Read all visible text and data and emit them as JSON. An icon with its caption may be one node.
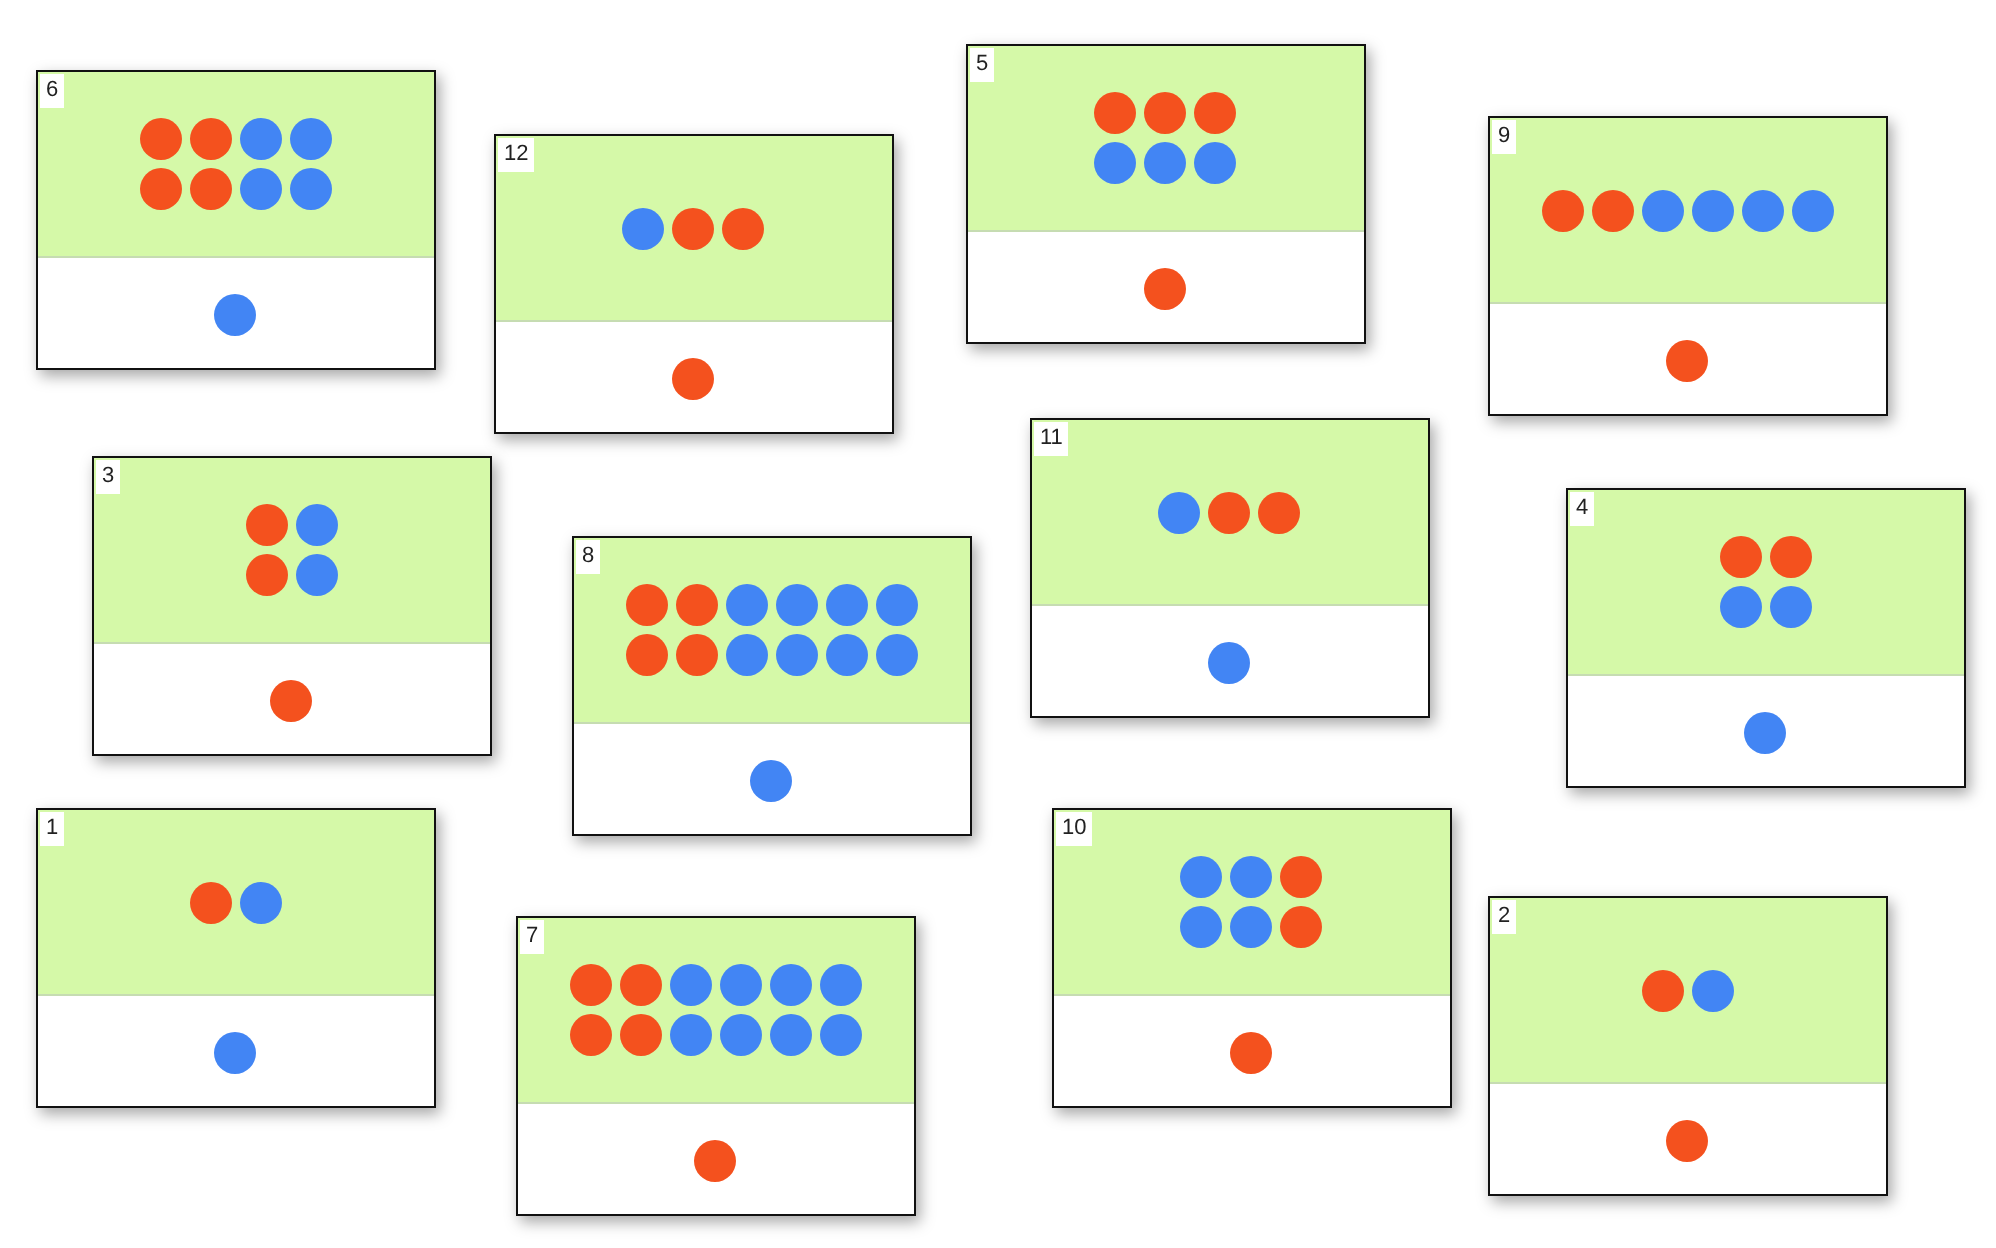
{
  "diagram": {
    "nodes": [
      {
        "text": [
          "6"
        ]
      },
      {
        "text": [],
        "shape": "circle",
        "in": 0
      },
      {
        "text": [],
        "shape": "circle",
        "in": 0
      },
      {
        "text": [],
        "shape": "circle",
        "in": 0
      },
      {
        "text": [],
        "shape": "circle",
        "in": 0
      },
      {
        "text": [],
        "shape": "circle",
        "in": 0
      },
      {
        "text": [],
        "shape": "circle",
        "in": 0
      },
      {
        "text": [],
        "shape": "circle",
        "in": 0
      },
      {
        "text": [],
        "shape": "circle",
        "in": 0
      },
      {
        "text": [],
        "shape": "circle",
        "in": 0
      },
      {
        "text": [
          "12"
        ]
      },
      {
        "text": [],
        "shape": "circle",
        "in": 10
      },
      {
        "text": [],
        "shape": "circle",
        "in": 10
      },
      {
        "text": [],
        "shape": "circle",
        "in": 10
      },
      {
        "text": [],
        "shape": "circle",
        "in": 10
      },
      {
        "text": [
          "5"
        ]
      },
      {
        "text": [],
        "shape": "circle",
        "in": 15
      },
      {
        "text": [],
        "shape": "circle",
        "in": 15
      },
      {
        "text": [],
        "shape": "circle",
        "in": 15
      },
      {
        "text": [],
        "shape": "circle",
        "in": 15
      },
      {
        "text": [],
        "shape": "circle",
        "in": 15
      },
      {
        "text": [],
        "shape": "circle",
        "in": 15
      },
      {
        "text": [],
        "shape": "circle",
        "in": 15
      },
      {
        "text": [
          "9"
        ]
      },
      {
        "text": [],
        "shape": "circle",
        "in": 23
      },
      {
        "text": [],
        "shape": "circle",
        "in": 23
      },
      {
        "text": [],
        "shape": "circle",
        "in": 23
      },
      {
        "text": [],
        "shape": "circle",
        "in": 23
      },
      {
        "text": [],
        "shape": "circle",
        "in": 23
      },
      {
        "text": [],
        "shape": "circle",
        "in": 23
      },
      {
        "text": [],
        "shape": "circle",
        "in": 23
      },
      {
        "text": [
          "3"
        ]
      },
      {
        "text": [],
        "shape": "circle",
        "in": 31
      },
      {
        "text": [],
        "shape": "circle",
        "in": 31
      },
      {
        "text": [],
        "shape": "circle",
        "in": 31
      },
      {
        "text": [],
        "shape": "circle",
        "in": 31
      },
      {
        "text": [],
        "shape": "circle",
        "in": 31
      },
      {
        "text": [
          "8"
        ]
      },
      {
        "text": [],
        "shape": "circle",
        "in": 37
      },
      {
        "text": [],
        "shape": "circle",
        "in": 37
      },
      {
        "text": [],
        "shape": "circle",
        "in": 37
      },
      {
        "text": [],
        "shape": "circle",
        "in": 37
      },
      {
        "text": [],
        "shape": "circle",
        "in": 37
      },
      {
        "text": [],
        "shape": "circle",
        "in": 37
      },
      {
        "text": [],
        "shape": "circle",
        "in": 37
      },
      {
        "text": [],
        "shape": "circle",
        "in": 37
      },
      {
        "text": [],
        "shape": "circle",
        "in": 37
      },
      {
        "text": [],
        "shape": "circle",
        "in": 37
      },
      {
        "text": [],
        "shape": "circle",
        "in": 37
      },
      {
        "text": [],
        "shape": "circle",
        "in": 37
      },
      {
        "text": [],
        "shape": "circle",
        "in": 37
      },
      {
        "text": [
          "11"
        ]
      },
      {
        "text": [],
        "shape": "circle",
        "in": 51
      },
      {
        "text": [],
        "shape": "circle",
        "in": 51
      },
      {
        "text": [],
        "shape": "circle",
        "in": 51
      },
      {
        "text": [],
        "shape": "circle",
        "in": 51
      },
      {
        "text": [
          "4"
        ]
      },
      {
        "text": [],
        "shape": "circle",
        "in": 56
      },
      {
        "text": [],
        "shape": "circle",
        "in": 56
      },
      {
        "text": [],
        "shape": "circle",
        "in": 56
      },
      {
        "text": [],
        "shape": "circle",
        "in": 56
      },
      {
        "text": [],
        "shape": "circle",
        "in": 56
      },
      {
        "text": [
          "1"
        ]
      },
      {
        "text": [],
        "shape": "circle",
        "in": 62
      },
      {
        "text": [],
        "shape": "circle",
        "in": 62
      },
      {
        "text": [],
        "shape": "circle",
        "in": 62
      },
      {
        "text": [
          "7"
        ]
      },
      {
        "text": [],
        "shape": "circle",
        "in": 66
      },
      {
        "text": [],
        "shape": "circle",
        "in": 66
      },
      {
        "text": [],
        "shape": "circle",
        "in": 66
      },
      {
        "text": [],
        "shape": "circle",
        "in": 66
      },
      {
        "text": [],
        "shape": "circle",
        "in": 66
      },
      {
        "text": [],
        "shape": "circle",
        "in": 66
      },
      {
        "text": [],
        "shape": "circle",
        "in": 66
      },
      {
        "text": [],
        "shape": "circle",
        "in": 66
      },
      {
        "text": [],
        "shape": "circle",
        "in": 66
      },
      {
        "text": [],
        "shape": "circle",
        "in": 66
      },
      {
        "text": [],
        "shape": "circle",
        "in": 66
      },
      {
        "text": [],
        "shape": "circle",
        "in": 66
      },
      {
        "text": [],
        "shape": "circle",
        "in": 66
      },
      {
        "text": [
          "10"
        ]
      },
      {
        "text": [],
        "shape": "circle",
        "in": 80
      },
      {
        "text": [],
        "shape": "circle",
        "in": 80
      },
      {
        "text": [],
        "shape": "circle",
        "in": 80
      },
      {
        "text": [],
        "shape": "circle",
        "in": 80
      },
      {
        "text": [],
        "shape": "circle",
        "in": 80
      },
      {
        "text": [],
        "shape": "circle",
        "in": 80
      },
      {
        "text": [],
        "shape": "circle",
        "in": 80
      },
      {
        "text": [
          "2"
        ]
      },
      {
        "text": [],
        "shape": "circle",
        "in": 88
      },
      {
        "text": [],
        "shape": "circle",
        "in": 88
      },
      {
        "text": [],
        "shape": "circle",
        "in": 88
      }
    ]
  }
}
